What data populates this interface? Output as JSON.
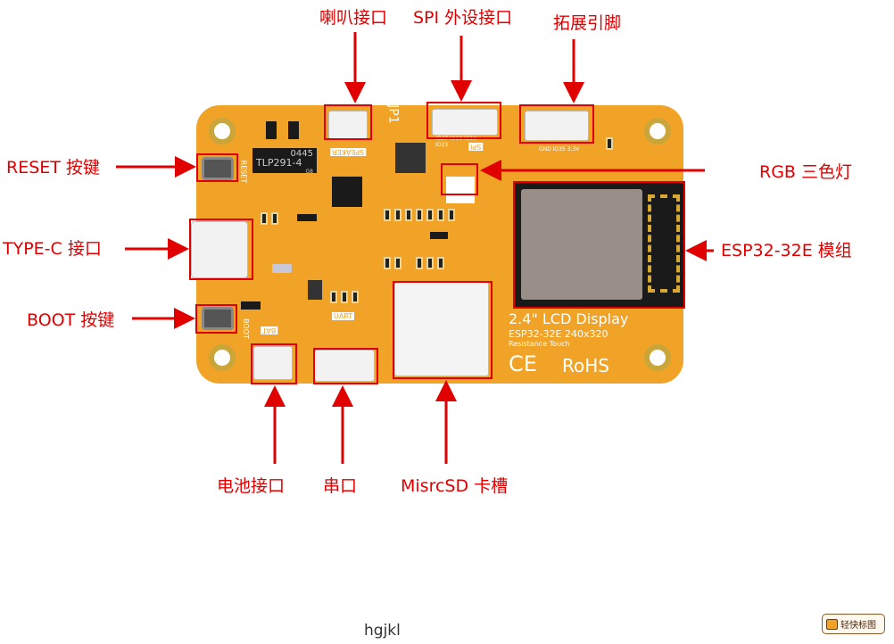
{
  "labels": {
    "speaker": "喇叭接口",
    "spi": "SPI 外设接口",
    "expand": "拓展引脚",
    "reset": "RESET 按键",
    "typec": "TYPE-C 接口",
    "boot": "BOOT 按键",
    "rgb": "RGB 三色灯",
    "esp": "ESP32-32E 模组",
    "battery": "电池接口",
    "uart": "串口",
    "sd": "MisrcSD 卡槽"
  },
  "board": {
    "jp1": "JP1",
    "speaker_silk": "SPEAKER",
    "spi_silk": "SPI",
    "reset_silk": "RESET",
    "boot_silk": "BOOT",
    "bat_silk": "BAT",
    "uart_silk": "UART",
    "chip_code": "0445",
    "chip_name": "TLP291-4",
    "chip_suffix": "G8",
    "spi_pins": "IO27 IO18 IO19 IO23",
    "exp_pins": "GND IO35 3.3V",
    "lcd_title": "2.4\" LCD Display",
    "lcd_model": "ESP32-32E 240x320",
    "lcd_touch": "Resistance Touch",
    "ce": "CE",
    "rohs": "RoHS"
  },
  "caption": "hgjkl",
  "watermark": "轻快标图",
  "colors": {
    "accent": "#e00000",
    "board": "#f0a326"
  }
}
